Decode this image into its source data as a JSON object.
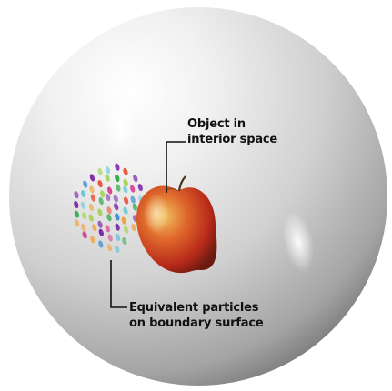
{
  "labels": {
    "object": {
      "line1": "Object in",
      "line2": "interior space"
    },
    "particles": {
      "line1": "Equivalent particles",
      "line2": "on boundary surface"
    }
  },
  "colors": {
    "sphere_light": "#ffffff",
    "sphere_mid": "#d4d4d4",
    "sphere_dark": "#7d7d7d",
    "apple_red": "#c8321e",
    "apple_yellow": "#e0b040",
    "leader_line": "#111111",
    "particle_palette": [
      "#7b2aa8",
      "#d63a8c",
      "#2ea84a",
      "#f0a33a",
      "#3f8fd0",
      "#9fd24a",
      "#e8553a",
      "#6fc7d8"
    ]
  },
  "icons": {
    "object": "apple-icon",
    "particles": "particle-dots"
  }
}
